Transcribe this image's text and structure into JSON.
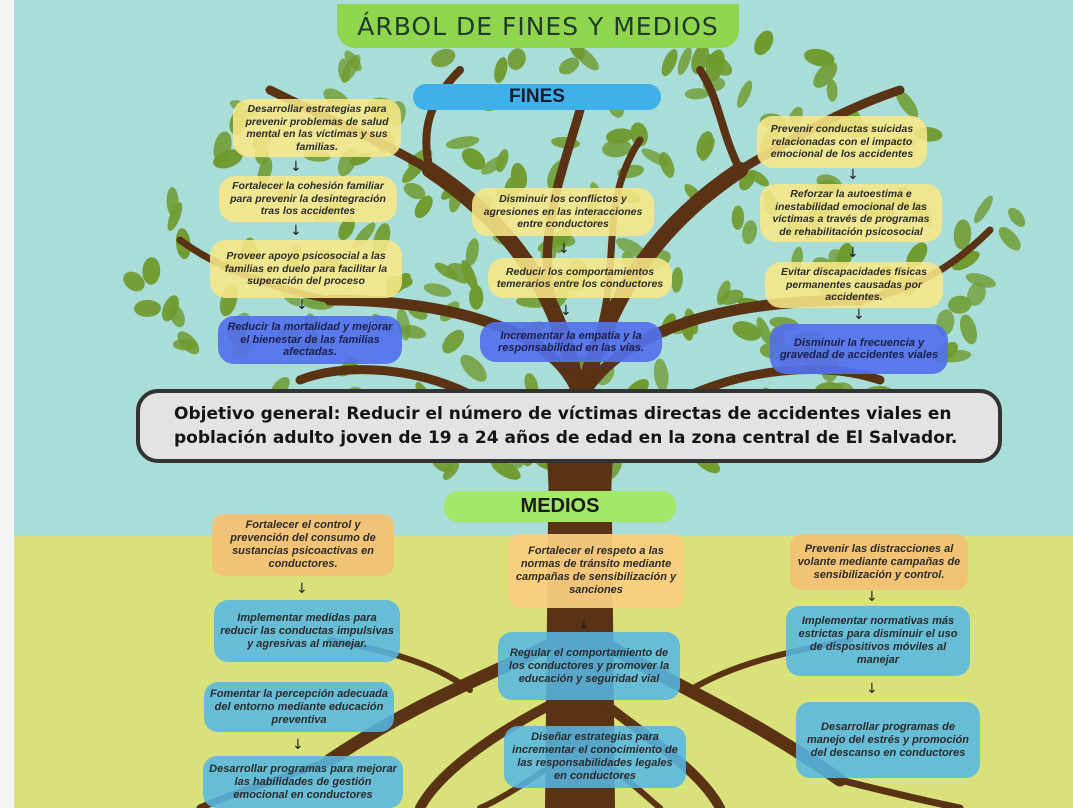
{
  "title": "ÁRBOL DE FINES Y MEDIOS",
  "fines_label": "FINES",
  "medios_label": "MEDIOS",
  "arrow": "↓",
  "objective": {
    "line1": "Objetivo general:  Reducir el número de víctimas directas de accidentes viales en",
    "line2": "población adulto joven de 19 a 24 años de edad en la zona central de El Salvador."
  },
  "fines": {
    "left": [
      "Desarrollar estrategias para prevenir problemas de salud mental en las víctimas y sus familias.",
      "Fortalecer la cohesión familiar para prevenir la desintegración tras los accidentes",
      "Proveer apoyo psicosocial a las familias en duelo para facilitar la superación del proceso",
      "Reducir la mortalidad y mejorar el bienestar de las familias afectadas."
    ],
    "center": [
      "Disminuir los conflictos y agresiones en las interacciones entre conductores",
      "Reducir los comportamientos temerarios entre los conductores",
      "Incrementar la empatía y la responsabilidad en las vías."
    ],
    "right": [
      "Prevenir conductas suicidas relacionadas con el impacto emocional de los accidentes",
      "Reforzar la autoestima e inestabilidad emocional de las víctimas a través de programas de rehabilitación psicosocial",
      "Evitar discapacidades físicas permanentes causadas por accidentes.",
      "Disminuir la frecuencia y gravedad de accidentes viales"
    ]
  },
  "medios": {
    "left": [
      "Fortalecer el control y prevención del consumo de sustancias psicoactivas en conductores.",
      "Implementar medidas para reducir las conductas impulsivas y agresivas al manejar.",
      "Fomentar la percepción adecuada del entorno mediante educación preventiva",
      "Desarrollar programas para mejorar las habilidades de gestión emocional en conductores"
    ],
    "center": [
      "Fortalecer el respeto a las normas de tránsito mediante campañas de sensibilización y sanciones",
      "Regular el comportamiento de los conductores y promover la educación y seguridad vial",
      "Diseñar estrategias para incrementar el conocimiento de las responsabilidades legales en conductores"
    ],
    "right": [
      "Prevenir las distracciones al volante mediante campañas de sensibilización y control.",
      "Implementar normativas más estrictas para disminuir el uso de dispositivos móviles al manejar",
      "Desarrollar programas de manejo del estrés y promoción del descanso en conductores"
    ]
  },
  "colors": {
    "sky": "#a9ddd8",
    "ground": "#d9e27a",
    "trunk": "#5a3214",
    "leaf": "#6f9a2e",
    "title_tab": "#8fd64e",
    "fines_pill": "#3fb0e8",
    "medios_pill": "#a4e86a"
  }
}
